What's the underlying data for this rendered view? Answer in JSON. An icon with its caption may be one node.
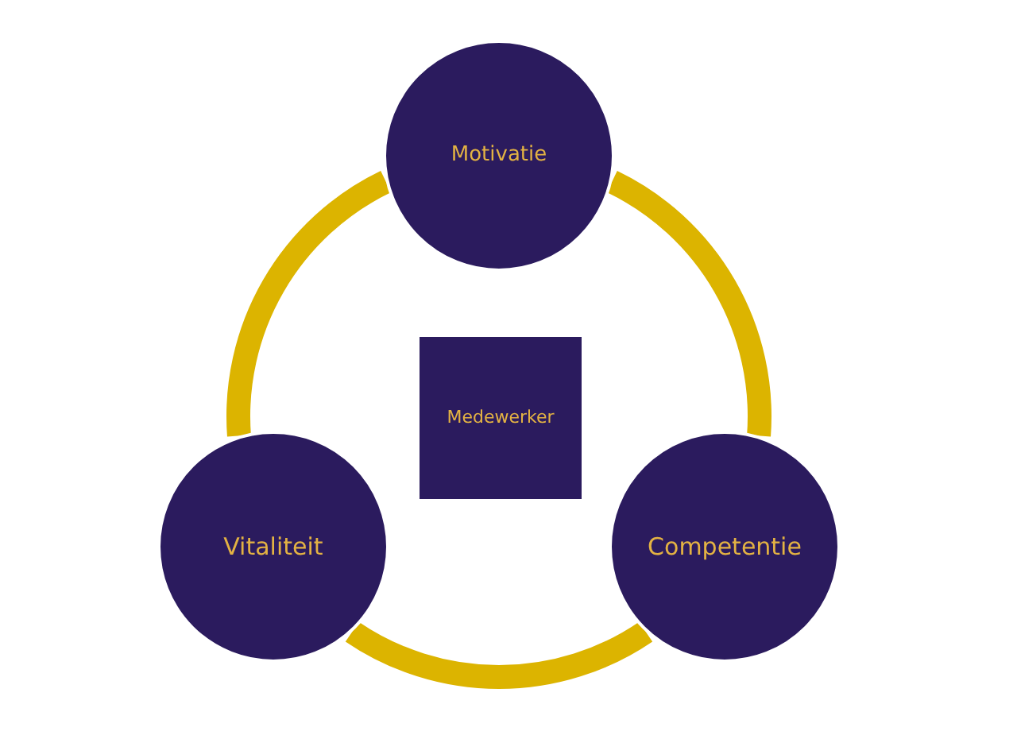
{
  "diagram": {
    "nodes": [
      {
        "text": [
          "Motivatie"
        ]
      },
      {
        "text": [
          "Medewerker"
        ]
      },
      {
        "text": [
          "Vitaliteit"
        ]
      },
      {
        "text": [
          "Competentie"
        ]
      }
    ],
    "edges": [
      {
        "from": 0,
        "to": 3,
        "arrow": "none"
      },
      {
        "from": 3,
        "to": 2,
        "arrow": "none"
      },
      {
        "from": 2,
        "to": 0,
        "arrow": "none"
      }
    ]
  }
}
